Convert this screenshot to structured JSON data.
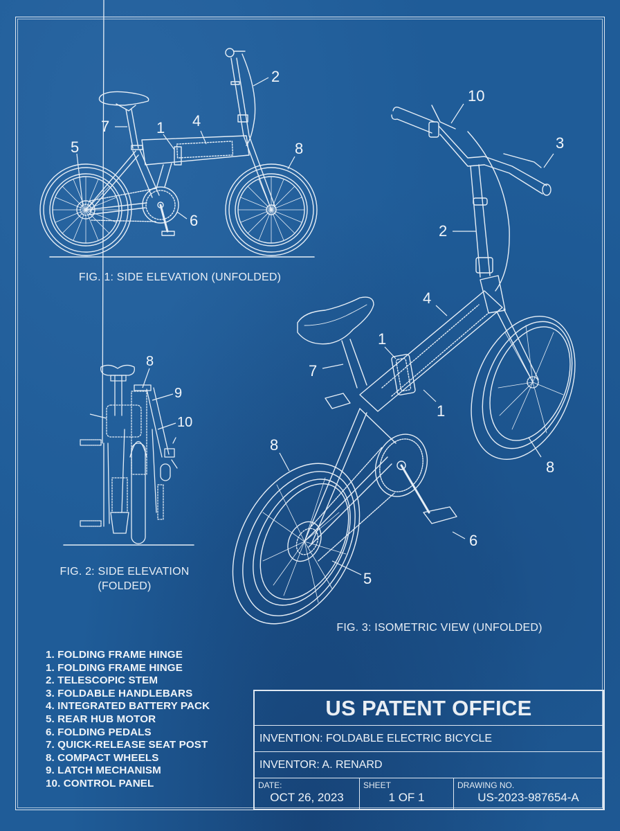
{
  "sheet": {
    "background_color": "#1f5c98",
    "line_color": "#dfe8f2"
  },
  "figures": [
    {
      "id": "fig1",
      "caption": "FIG. 1: SIDE ELEVATION (UNFOLDED)",
      "callouts": [
        "1",
        "2",
        "4",
        "5",
        "6",
        "7",
        "8"
      ]
    },
    {
      "id": "fig2",
      "caption_line1": "FIG. 2: SIDE ELEVATION",
      "caption_line2": "(FOLDED)",
      "callouts": [
        "8",
        "9",
        "10"
      ]
    },
    {
      "id": "fig3",
      "caption": "FIG. 3: ISOMETRIC VIEW (UNFOLDED)",
      "callouts": [
        "10",
        "3",
        "2",
        "4",
        "1",
        "7",
        "1",
        "8",
        "8",
        "6",
        "5"
      ]
    }
  ],
  "legend": {
    "items": [
      "1. FOLDING FRAME HINGE",
      "1. FOLDING FRAME HINGE",
      "2. TELESCOPIC STEM",
      "3. FOLDABLE HANDLEBARS",
      "4. INTEGRATED BATTERY PACK",
      "5. REAR HUB MOTOR",
      "6. FOLDING PEDALS",
      "7. QUICK-RELEASE SEAT POST",
      "8. COMPACT WHEELS",
      "9. LATCH MECHANISM",
      "10. CONTROL PANEL"
    ]
  },
  "title_block": {
    "office": "US PATENT OFFICE",
    "invention": "INVENTION: FOLDABLE ELECTRIC BICYCLE",
    "inventor": "INVENTOR:  A. RENARD",
    "date_label": "DATE:",
    "date_value": "OCT 26, 2023",
    "sheet_label": "SHEET",
    "sheet_value": "1 OF 1",
    "drawing_label": "DRAWING NO.",
    "drawing_value": "US-2023-987654-A"
  }
}
